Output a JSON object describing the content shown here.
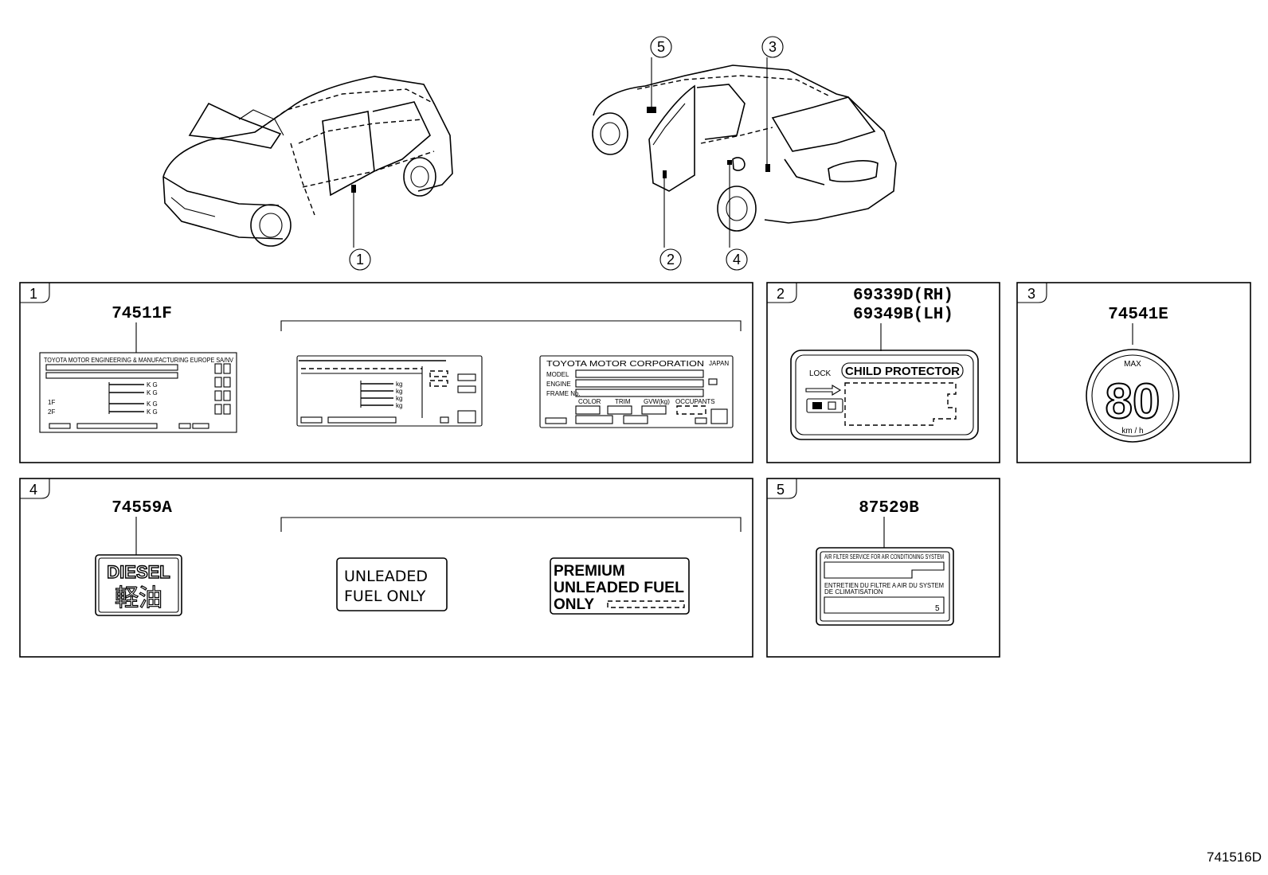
{
  "diagram_code": "741516D",
  "callouts": [
    "1",
    "2",
    "3",
    "4",
    "5"
  ],
  "panels": {
    "p1": {
      "number": "1",
      "part_no": "74511F",
      "label_a": {
        "header": "TOYOTA MOTOR ENGINEERING & MANUFACTURING EUROPE SA/NV",
        "kg": [
          "K G",
          "K G",
          "K G",
          "K G"
        ],
        "axle": [
          "1F",
          "2F"
        ]
      },
      "label_b": {
        "kg": [
          "kg",
          "kg",
          "kg",
          "kg"
        ]
      },
      "label_c": {
        "header": "TOYOTA MOTOR CORPORATION",
        "tag": "JAPAN",
        "rows": [
          "MODEL",
          "ENGINE",
          "FRAME No."
        ],
        "fields": [
          "COLOR",
          "TRIM",
          "GVW(kg)",
          "OCCUPANTS"
        ]
      }
    },
    "p2": {
      "number": "2",
      "part_no_rh": "69339D(RH)",
      "part_no_lh": "69349B(LH)",
      "lock": "LOCK",
      "title": "CHILD PROTECTOR"
    },
    "p3": {
      "number": "3",
      "part_no": "74541E",
      "max": "MAX",
      "speed": "80",
      "unit": "km / h"
    },
    "p4": {
      "number": "4",
      "part_no": "74559A",
      "diesel": "DIESEL",
      "diesel_jp": "軽油",
      "unleaded_1": "UNLEADED",
      "unleaded_2": "FUEL  ONLY",
      "premium_1": "PREMIUM",
      "premium_2": "UNLEADED FUEL",
      "premium_3": "ONLY"
    },
    "p5": {
      "number": "5",
      "part_no": "87529B",
      "line1": "AIR FILTER SERVICE FOR AIR CONDITIONING SYSTEM",
      "line2": "ENTRETIEN DU FILTRE A AIR DU SYSTEM",
      "line3": "DE CLIMATISATION",
      "digit": "5"
    }
  }
}
